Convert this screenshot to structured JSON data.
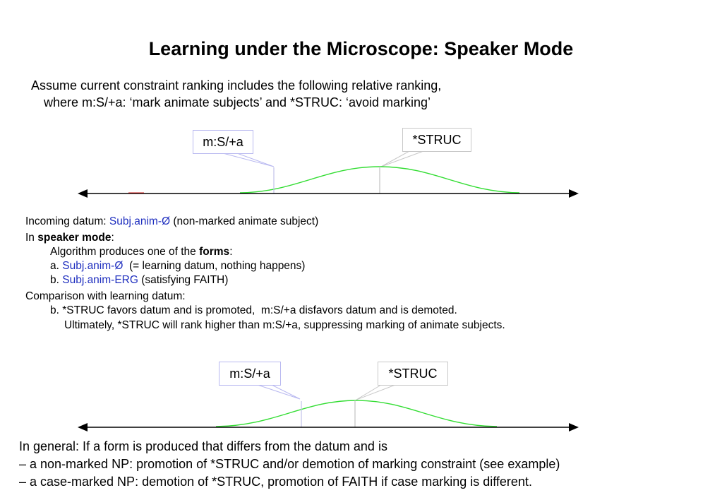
{
  "title": "Learning under the Microscope: Speaker Mode",
  "intro": {
    "line1": "Assume current constraint ranking includes the following relative ranking,",
    "line2": "where m:S/+a: ‘mark animate subjects’ and *STRUC: ‘avoid marking’"
  },
  "diagram1": {
    "left_label": "m:S/+a",
    "right_label": "*STRUC"
  },
  "datum": {
    "prefix": "Incoming datum: ",
    "form": "Subj.anim-Ø",
    "suffix": " (non-marked animate subject)"
  },
  "speaker": {
    "prefix": "In ",
    "mode": "speaker mode",
    "colon": ":",
    "algo_prefix": "Algorithm produces one of the ",
    "algo_bold": "forms",
    "algo_colon": ":",
    "a_prefix": "a. ",
    "a_form": "Subj.anim-Ø",
    "a_suffix": "  (= learning datum, nothing happens)",
    "b_prefix": "b. ",
    "b_form": "Subj.anim-ERG",
    "b_suffix": " (satisfying FAITH)"
  },
  "comparison": {
    "heading": "Comparison with learning datum:",
    "line_b": "b. *STRUC favors datum and is promoted,  m:S/+a disfavors datum and is demoted.",
    "line_ult": "Ultimately, *STRUC will rank higher than m:S/+a, suppressing marking of animate subjects."
  },
  "diagram2": {
    "left_label": "m:S/+a",
    "right_label": "*STRUC"
  },
  "general": {
    "line1": "In general: If a form is produced that differs from the datum and is",
    "line2": "– a non-marked NP: promotion of *STRUC and/or demotion of marking constraint (see example)",
    "line3": "– a case-marked NP: demotion of *STRUC, promotion of FAITH if case marking is different."
  },
  "colors": {
    "curve": "#33dd33",
    "form_blue": "#1f2fbf",
    "box_border": "#c8c8c8"
  }
}
